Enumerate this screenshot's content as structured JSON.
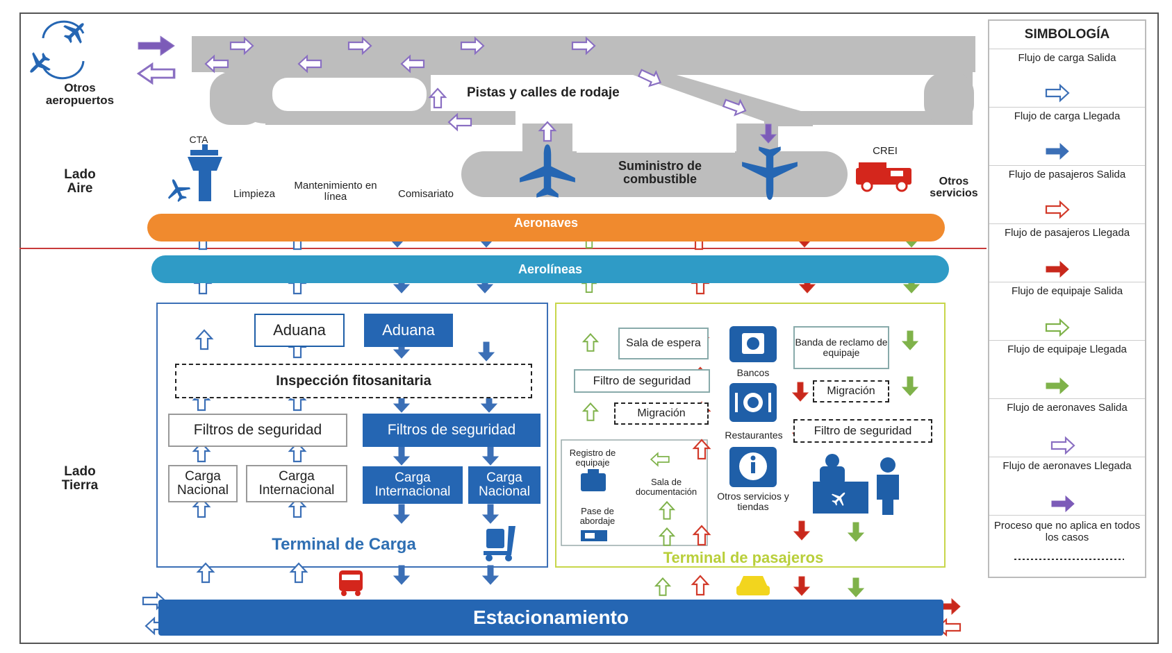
{
  "header": {
    "other_airports": "Otros aeropuertos",
    "air_side": "Lado Aire",
    "land_side": "Lado Tierra"
  },
  "airside": {
    "runways": "Pistas y calles de rodaje",
    "fuel": "Suministro de combustible",
    "cta": "CTA",
    "crei": "CREI",
    "cleaning": "Limpieza",
    "maintenance": "Mantenimiento en línea",
    "commissary": "Comisariato",
    "other_services": "Otros servicios"
  },
  "bands": {
    "aircraft": "Aeronaves",
    "airlines": "Aerolíneas",
    "parking": "Estacionamiento"
  },
  "cargo": {
    "title": "Terminal de Carga",
    "customs_out": "Aduana",
    "customs_in": "Aduana",
    "phyto": "Inspección fitosanitaria",
    "security_out": "Filtros de seguridad",
    "security_in": "Filtros de seguridad",
    "national_out": "Carga Nacional",
    "international_out": "Carga Internacional",
    "international_in": "Carga Internacional",
    "national_in": "Carga Nacional"
  },
  "passengers": {
    "title": "Terminal de pasajeros",
    "waiting": "Sala de espera",
    "security_out": "Filtro de seguridad",
    "migration_out": "Migración",
    "checkin_area": "Sala de documentación",
    "baggage_registration": "Registro de equipaje",
    "boarding_pass": "Pase de abordaje",
    "banks": "Bancos",
    "restaurants": "Restaurantes",
    "other_shops": "Otros servicios y tiendas",
    "baggage_claim": "Banda de reclamo de equipaje",
    "migration_in": "Migración",
    "security_in": "Filtro de seguridad"
  },
  "legend": {
    "title": "SIMBOLOGÍA",
    "items": [
      {
        "label": "Flujo de carga Salida",
        "color": "#ffffff",
        "stroke": "#3b6fb6",
        "dir": "right"
      },
      {
        "label": "Flujo de carga Llegada",
        "color": "#3b6fb6",
        "stroke": "#3b6fb6",
        "dir": "right"
      },
      {
        "label": "Flujo de pasajeros Salida",
        "color": "#ffffff",
        "stroke": "#d23a2a",
        "dir": "right"
      },
      {
        "label": "Flujo de pasajeros Llegada",
        "color": "#c8281c",
        "stroke": "#c8281c",
        "dir": "right"
      },
      {
        "label": "Flujo de equipaje Salida",
        "color": "#ffffff",
        "stroke": "#7fb24a",
        "dir": "right"
      },
      {
        "label": "Flujo de equipaje Llegada",
        "color": "#7fb24a",
        "stroke": "#7fb24a",
        "dir": "right"
      },
      {
        "label": "Flujo de aeronaves Salida",
        "color": "#ffffff",
        "stroke": "#8a6fc2",
        "dir": "right"
      },
      {
        "label": "Flujo de aeronaves Llegada",
        "color": "#7c5bb8",
        "stroke": "#7c5bb8",
        "dir": "right"
      }
    ],
    "not_applicable": "Proceso que no aplica en todos los casos"
  },
  "colors": {
    "aircraft_band": "#f08a2e",
    "airlines_band": "#2f9bc6",
    "parking_band": "#2566b3",
    "runway_gray": "#b9b9b9",
    "cargo_blue": "#2566b3",
    "passenger_green": "#b9cf3a",
    "divider_red": "#c83a3a"
  }
}
